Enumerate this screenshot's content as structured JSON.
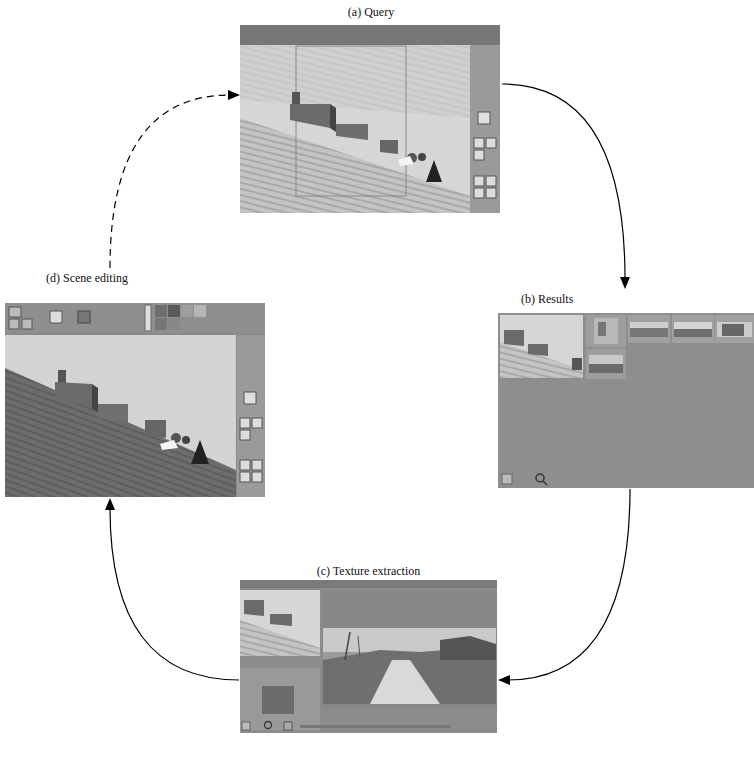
{
  "diagram": {
    "nodes": [
      {
        "text": [
          "(a) Query"
        ]
      },
      {
        "text": [
          "(b) Results"
        ]
      },
      {
        "text": [
          "(c) Texture extraction"
        ]
      },
      {
        "text": [
          "(d) Scene editing"
        ]
      }
    ],
    "edges": [
      {
        "from": 0,
        "to": 1,
        "arrow": "to"
      },
      {
        "from": 1,
        "to": 2,
        "arrow": "to"
      },
      {
        "from": 2,
        "to": 3,
        "arrow": "to"
      },
      {
        "from": 3,
        "to": 0,
        "arrow": "to"
      }
    ]
  }
}
